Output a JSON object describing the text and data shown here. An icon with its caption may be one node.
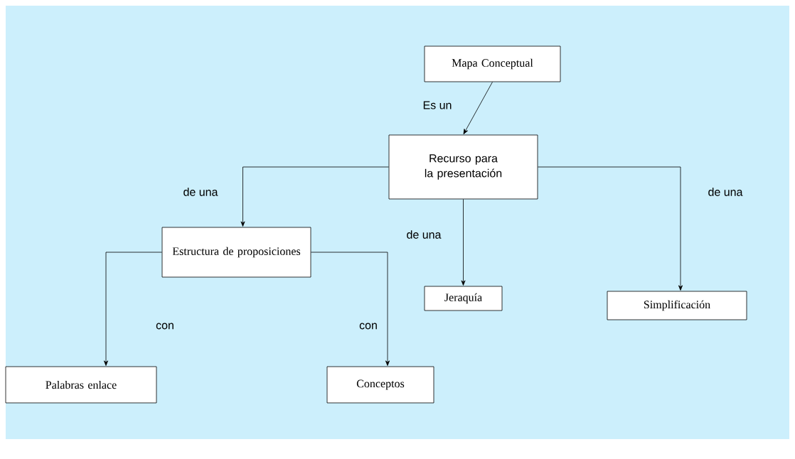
{
  "diagram": {
    "nodes": [
      {
        "text": [
          "Mapa Conceptual"
        ]
      },
      {
        "text": [
          "Recurso para la presentación"
        ]
      },
      {
        "text": [
          "Estructura de proposiciones"
        ]
      },
      {
        "text": [
          "Jeraquía"
        ]
      },
      {
        "text": [
          "Simplificación"
        ]
      },
      {
        "text": [
          "Palabras enlace"
        ]
      },
      {
        "text": [
          "Conceptos"
        ]
      }
    ],
    "edges": [
      {
        "from": 0,
        "to": 1,
        "arrow": "to",
        "label": "Es un"
      },
      {
        "from": 1,
        "to": 2,
        "arrow": "to",
        "label": "de una"
      },
      {
        "from": 1,
        "to": 3,
        "arrow": "to",
        "label": "de una"
      },
      {
        "from": 1,
        "to": 4,
        "arrow": "to",
        "label": "de una"
      },
      {
        "from": 2,
        "to": 5,
        "arrow": "to",
        "label": "con"
      },
      {
        "from": 2,
        "to": 6,
        "arrow": "to",
        "label": "con"
      }
    ]
  }
}
